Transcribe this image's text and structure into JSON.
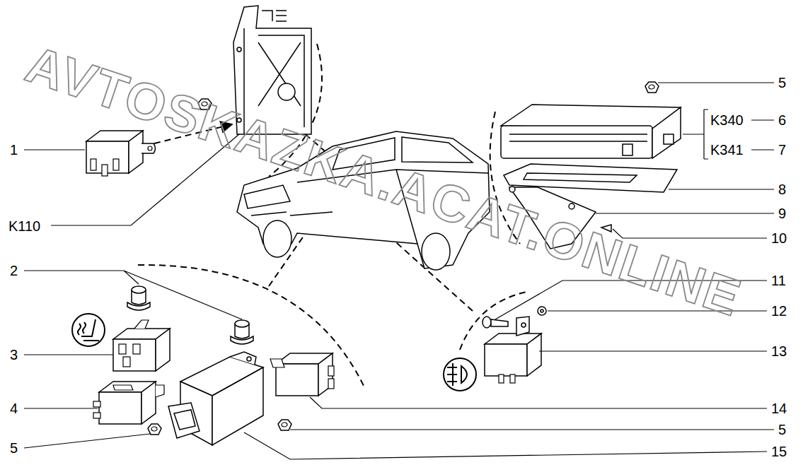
{
  "diagram": {
    "labels": [
      "AVTOSKAZKA.ACAT.ONLINE",
      "5",
      "K340",
      "6",
      "K341",
      "7",
      "1",
      "8",
      "9",
      "K110",
      "10",
      "2",
      "11",
      "12",
      "3",
      "13",
      "4",
      "14",
      "5",
      "5",
      "15"
    ]
  }
}
